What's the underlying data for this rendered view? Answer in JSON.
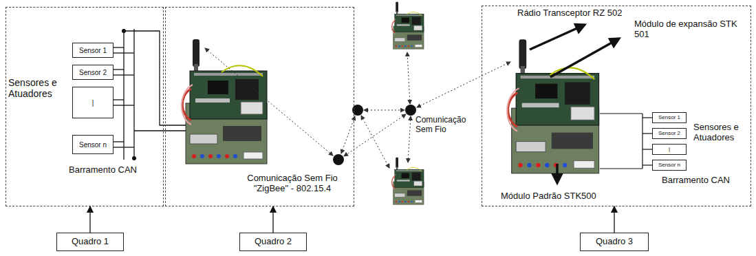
{
  "diagram": {
    "nodes": [
      {
        "text": [
          "Sensores e Atuadores",
          "Barramento CAN"
        ]
      },
      {
        "text": [
          "Sensor 1"
        ],
        "in": 0
      },
      {
        "text": [
          "Sensor 2"
        ],
        "in": 0
      },
      {
        "text": [
          "|"
        ],
        "in": 0
      },
      {
        "text": [
          "Sensor n"
        ],
        "in": 0
      },
      {
        "text": [
          "Comunicação Sem Fio \"ZigBee\" - 802.15.4"
        ]
      },
      {
        "text": [
          "Rádio Transceptor RZ 502",
          "Módulo de expansão STK 501",
          "Sensores e Atuadores",
          "Barramento CAN",
          "Módulo Padrão STK500"
        ]
      },
      {
        "text": [
          "Sensor 1"
        ],
        "in": 6
      },
      {
        "text": [
          "Sensor 2"
        ],
        "in": 6
      },
      {
        "text": [
          "|"
        ],
        "in": 6
      },
      {
        "text": [
          "Sensor n"
        ],
        "in": 6
      },
      {
        "text": [
          "Quadro 1"
        ]
      },
      {
        "text": [
          "Quadro 2"
        ]
      },
      {
        "text": [
          "Quadro 3"
        ]
      }
    ],
    "edges": [
      {
        "from": 11,
        "to": 0,
        "arrow": "to"
      },
      {
        "from": 12,
        "to": 5,
        "arrow": "to"
      },
      {
        "from": 13,
        "to": 6,
        "arrow": "to"
      }
    ],
    "labels": [
      "Comunicação Sem Fio"
    ]
  }
}
